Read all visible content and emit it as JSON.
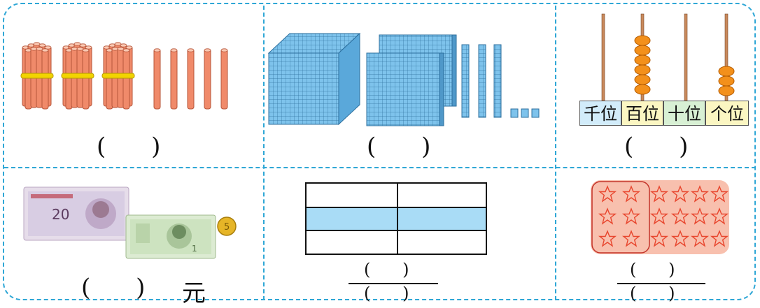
{
  "colors": {
    "divider": "#2fa7d6",
    "stick": "#f08a6a",
    "band": "#f2d400",
    "cube": "#7ec3ec",
    "bead": "#f3901b",
    "highlight_row": "#a9dcf6",
    "star_panel": "#f8c0ae",
    "star": "#e8462e"
  },
  "cells": {
    "sticks": {
      "paren": "(      )",
      "bundles": 3,
      "singles": 5
    },
    "cubes": {
      "paren": "(      )",
      "thousand_cubes": 1,
      "hundred_flats": 2,
      "ten_rods": 3,
      "unit_cubes": 3
    },
    "abacus": {
      "paren": "(      )",
      "labels": [
        "千位",
        "百位",
        "十位",
        "个位"
      ],
      "beads": [
        0,
        6,
        0,
        3
      ]
    },
    "money": {
      "paren": "(      )",
      "unit": "元",
      "coin_label": "5",
      "note1_label": "20",
      "note2_label": "1"
    },
    "table_fraction": {
      "numerator_paren": "(      )",
      "denominator_paren": "(      )",
      "rows": 3,
      "cols": 2,
      "shaded_row": 2
    },
    "stars_fraction": {
      "numerator_paren": "(      )",
      "denominator_paren": "(      )",
      "rows": 3,
      "cols": 6,
      "circled_cols": 2
    }
  }
}
